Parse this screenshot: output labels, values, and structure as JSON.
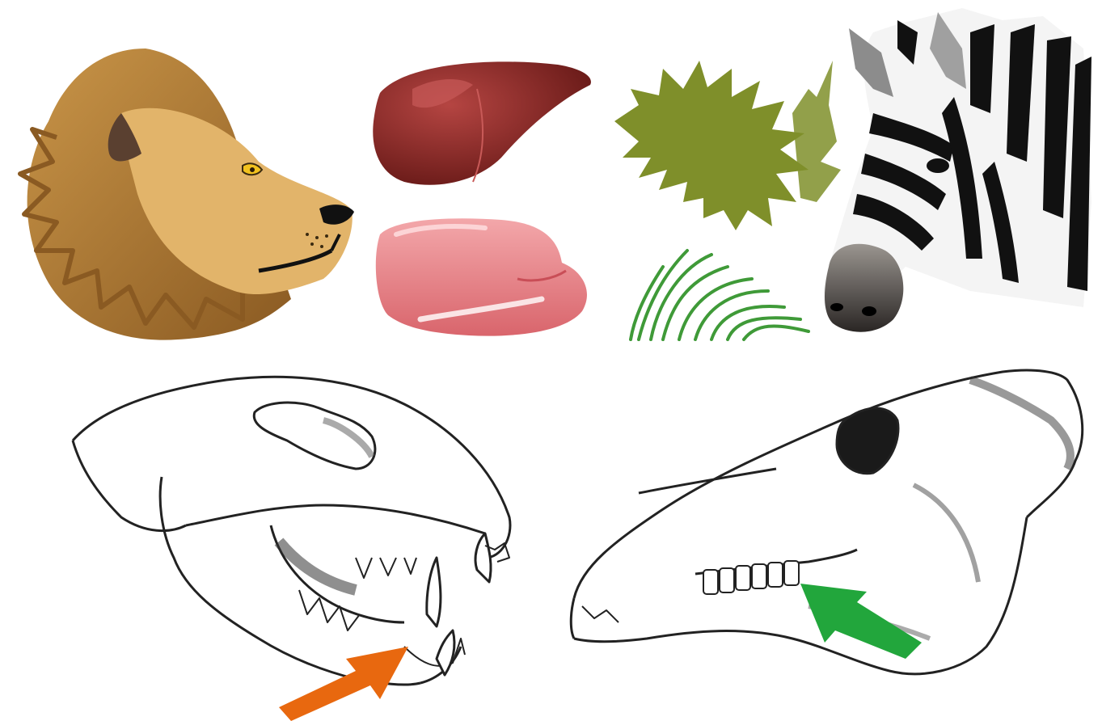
{
  "scene": {
    "background": "#fdfdfd",
    "items": [
      {
        "name": "lion-head",
        "kind": "illustration"
      },
      {
        "name": "raw-liver",
        "kind": "illustration"
      },
      {
        "name": "raw-meat-steak",
        "kind": "illustration"
      },
      {
        "name": "green-shrub",
        "kind": "illustration"
      },
      {
        "name": "grass-tuft",
        "kind": "illustration"
      },
      {
        "name": "zebra-head",
        "kind": "illustration"
      },
      {
        "name": "lion-skull",
        "kind": "line-drawing"
      },
      {
        "name": "horse-skull",
        "kind": "line-drawing"
      }
    ],
    "arrows": [
      {
        "name": "lion-canine-arrow",
        "color": "#e8680f",
        "points_to": "canine-teeth"
      },
      {
        "name": "horse-molar-arrow",
        "color": "#22a63c",
        "points_to": "molar-teeth"
      }
    ],
    "colors": {
      "mane": "#b8803a",
      "mane_dark": "#8a5a22",
      "lion_face": "#e2b46a",
      "liver": "#7a1e1c",
      "meat": "#e88a8e",
      "shrub": "#7f8f2a",
      "grass": "#3f9a38",
      "zebra_stripe": "#111111",
      "skull_line": "#222222"
    }
  }
}
